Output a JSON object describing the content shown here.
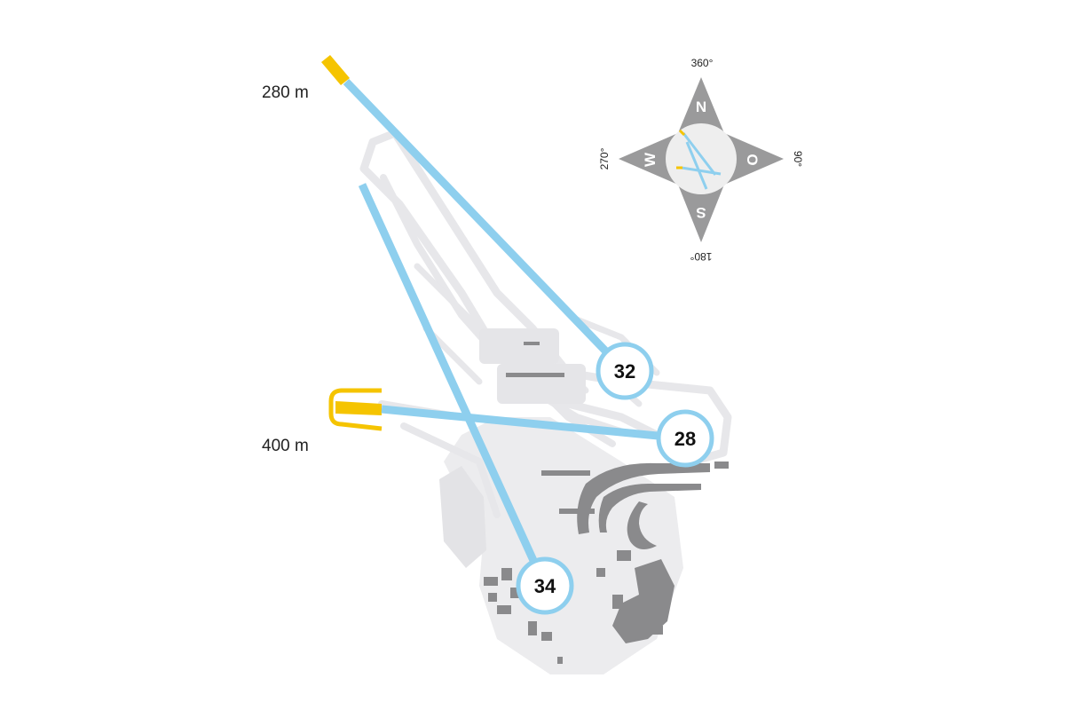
{
  "colors": {
    "runway": "#8ecfee",
    "overrun": "#f5c400",
    "taxiway": "#e7e7ea",
    "apron": "#ececee",
    "building": "#8a8a8c",
    "compass": "#9a9a9b",
    "compass_disc": "#eeeeee"
  },
  "distances": {
    "top": "280 m",
    "left": "400 m"
  },
  "runways": [
    {
      "id": "32",
      "number": "32"
    },
    {
      "id": "28",
      "number": "28"
    },
    {
      "id": "34",
      "number": "34"
    }
  ],
  "compass": {
    "letters": {
      "north": "N",
      "east": "O",
      "south": "S",
      "west": "W"
    },
    "degrees": {
      "north": "360°",
      "east": "90°",
      "south": "180°",
      "west": "270°"
    }
  }
}
